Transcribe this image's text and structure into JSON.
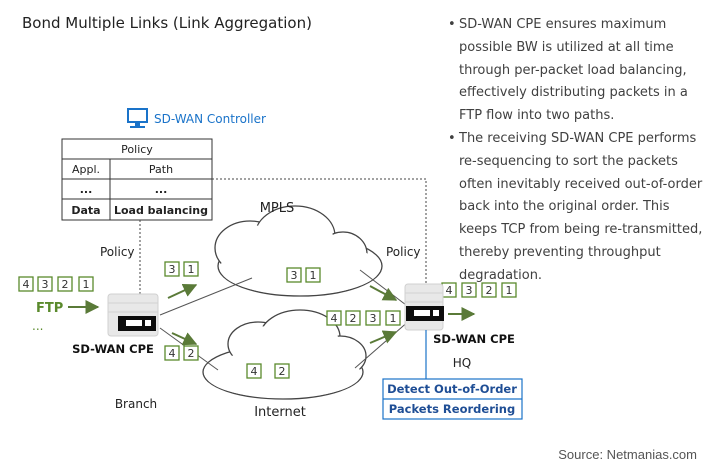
{
  "title": "Bond Multiple Links (Link Aggregation)",
  "bullets": [
    "SD-WAN CPE ensures maximum possible BW is utilized at all time through per-packet load balancing, effectively distributing packets in a FTP flow into two paths.",
    "The receiving SD-WAN CPE performs re-sequencing to sort the packets often inevitably received out-of-order back into the original order. This keeps TCP from being re-transmitted, thereby preventing throughput degradation."
  ],
  "controller": {
    "label": "SD-WAN Controller",
    "table": {
      "header": "Policy",
      "columns": [
        "Appl.",
        "Path"
      ],
      "rows": [
        [
          "...",
          "..."
        ],
        [
          "Data",
          "Load balancing"
        ]
      ]
    }
  },
  "clouds": {
    "mpls": "MPLS",
    "internet": "Internet"
  },
  "branch": {
    "policy": "Policy",
    "device": "SD-WAN CPE",
    "site": "Branch",
    "flow": "FTP",
    "flow_more": "...",
    "queue": [
      "4",
      "3",
      "2",
      "1"
    ]
  },
  "hq": {
    "policy": "Policy",
    "device": "SD-WAN CPE",
    "site": "HQ",
    "queue_in": [
      "4",
      "2",
      "3",
      "1"
    ],
    "queue_out": [
      "4",
      "3",
      "2",
      "1"
    ],
    "functions": [
      "Detect Out-of-Order",
      "Packets Reordering"
    ]
  },
  "paths": {
    "mpls_out": [
      "3",
      "1"
    ],
    "mpls_in": [
      "3",
      "1"
    ],
    "internet_out": [
      "4",
      "2"
    ],
    "internet_in": [
      "4",
      "2"
    ]
  },
  "colors": {
    "packet": "#5a8a2c",
    "arrow": "#5a7a38",
    "accent": "#1a73c9",
    "box_text": "#1f4e95"
  },
  "source": "Source: Netmanias.com"
}
